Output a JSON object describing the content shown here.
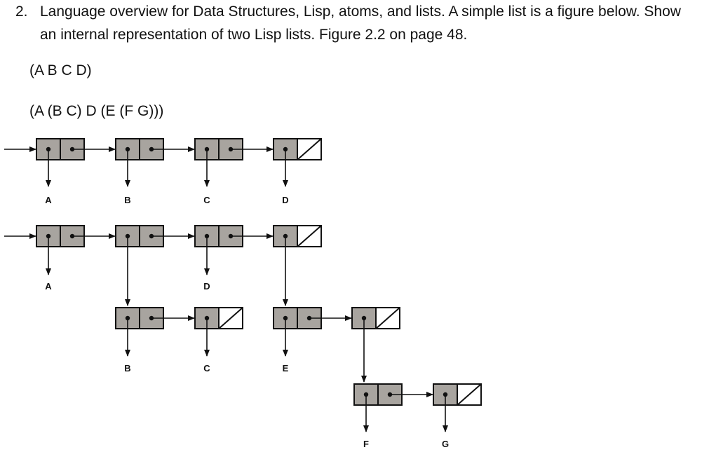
{
  "question": {
    "number": "2.",
    "text": "Language overview for Data Structures, Lisp, atoms, and lists. A simple list is a figure below. Show an internal representation of two Lisp lists. Figure 2.2 on page 48."
  },
  "expressions": [
    "(A B C D)",
    "(A (B C) D (E (F G)))"
  ],
  "diagram": {
    "colors": {
      "cell_fill": "#a8a49f",
      "stroke": "#111111",
      "nil_fill": "#ffffff"
    },
    "atoms": {
      "list1": [
        "A",
        "B",
        "C",
        "D"
      ],
      "list2_top": [
        "A",
        "D"
      ],
      "sublist_bc": [
        "B",
        "C"
      ],
      "sublist_e": [
        "E"
      ],
      "sublist_fg": [
        "F",
        "G"
      ]
    }
  }
}
